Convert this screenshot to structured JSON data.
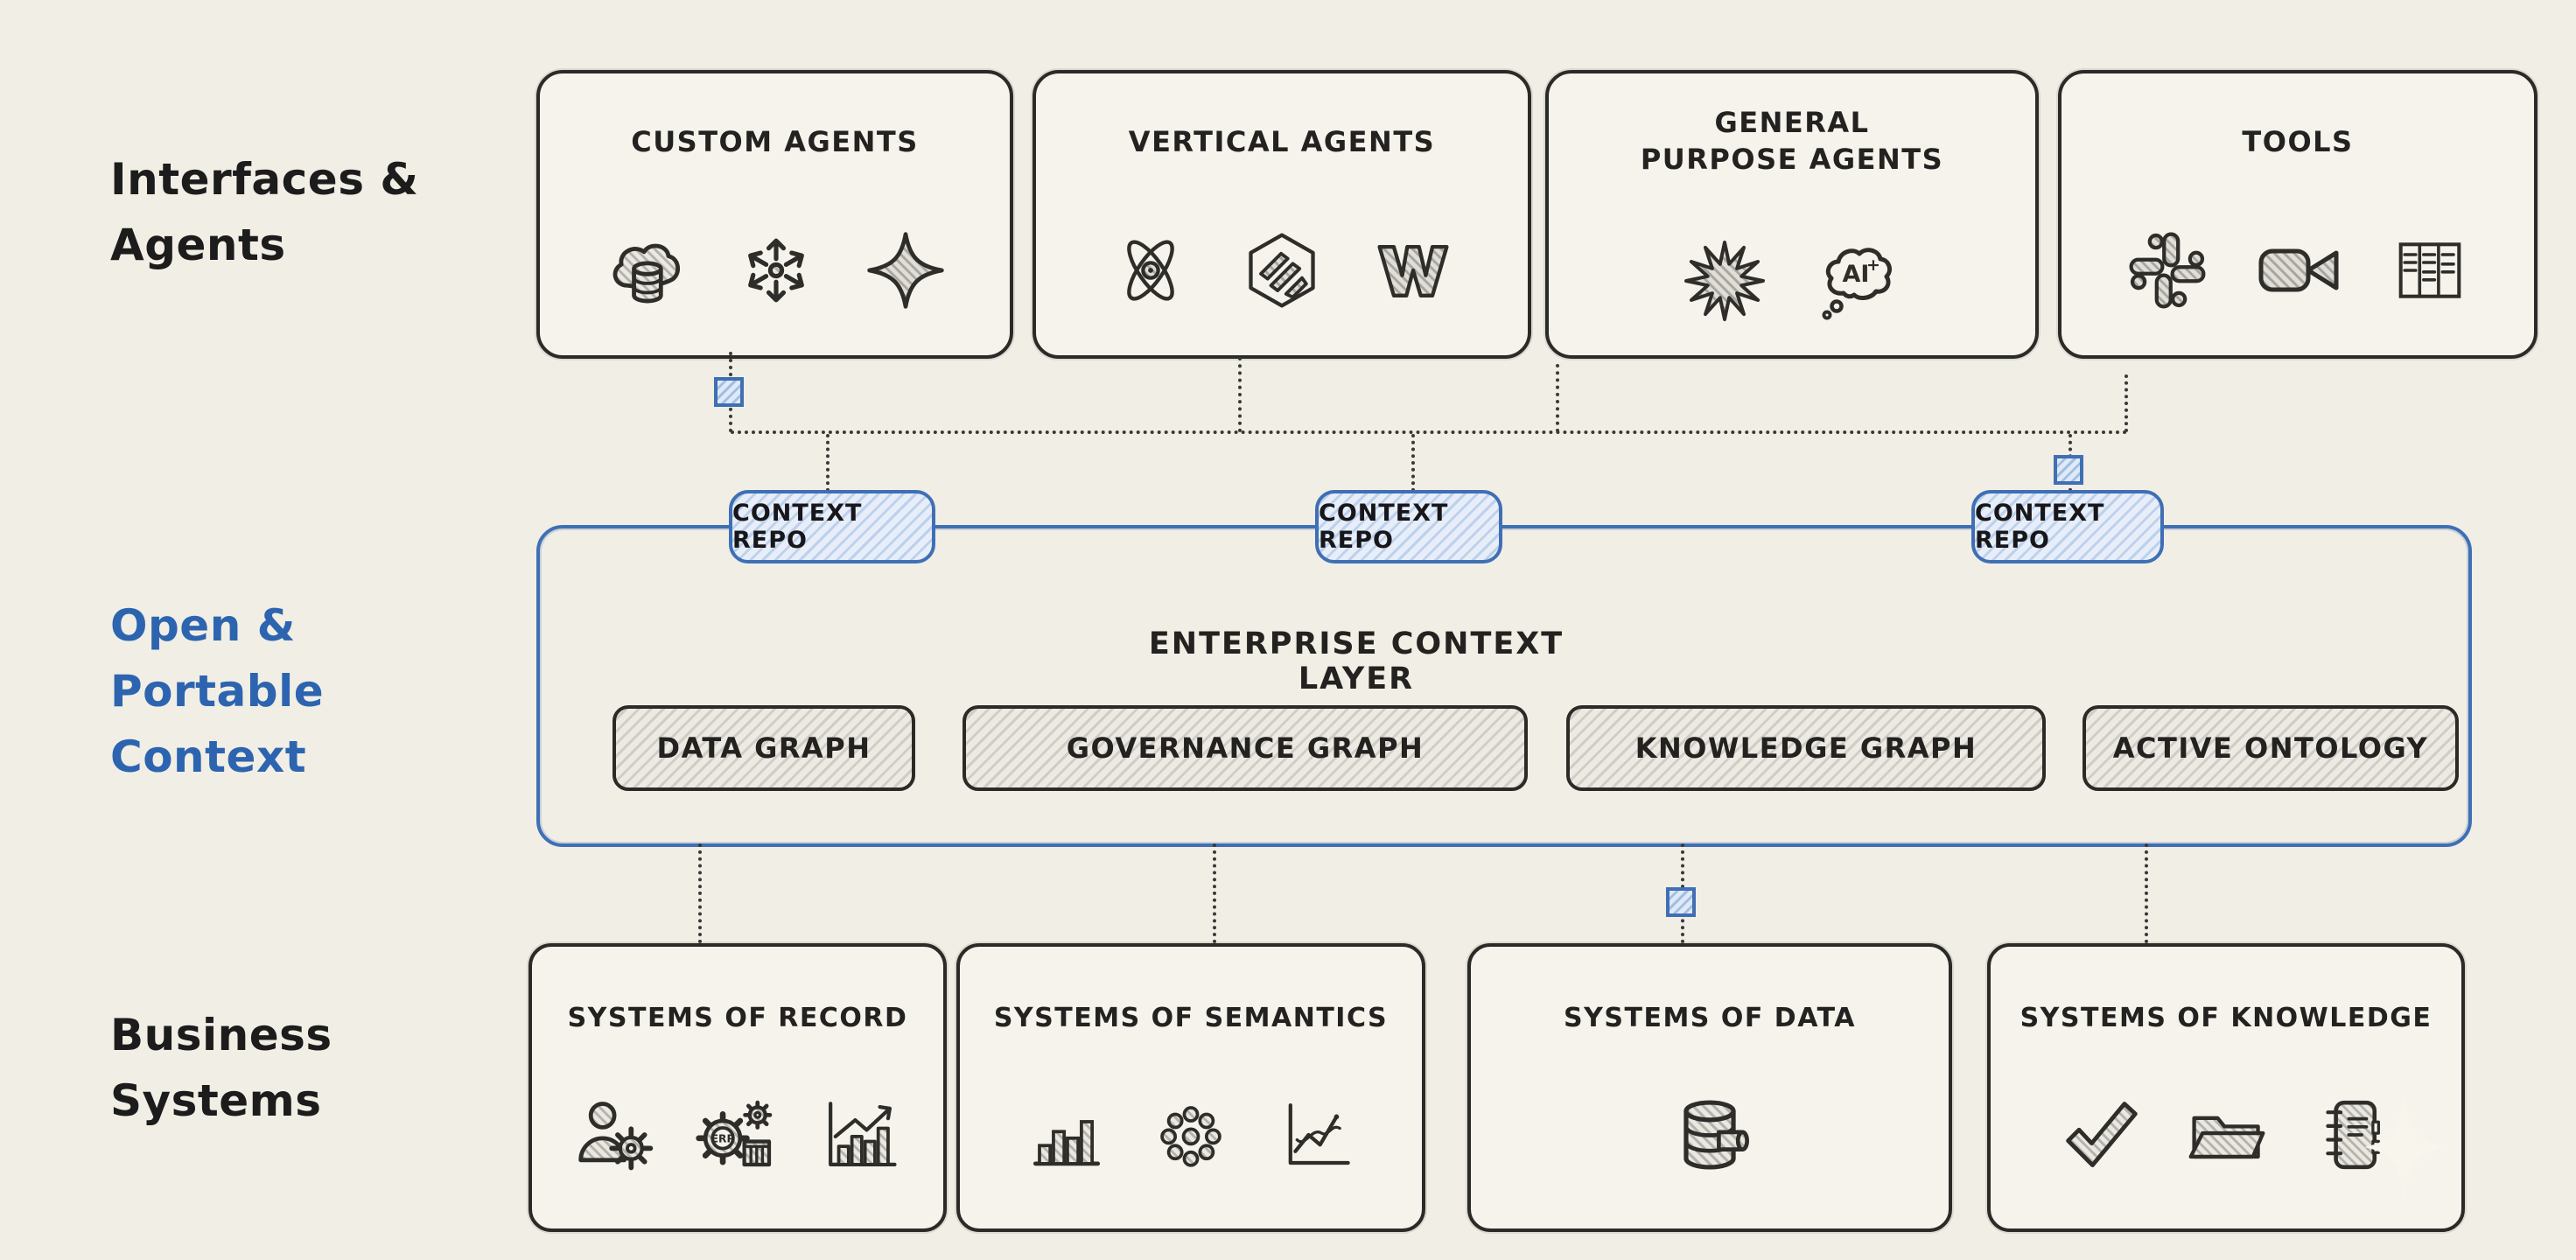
{
  "palette": {
    "background": "#f1eee5",
    "ink": "#2b2a27",
    "accent_blue": "#3f6fb5",
    "blue_text": "#2d64b0",
    "box_fill": "#f5f3ec"
  },
  "side_labels": [
    {
      "id": "interfaces-agents",
      "text": "Interfaces &\nAgents",
      "color": "#1c1c1c"
    },
    {
      "id": "open-portable-context",
      "text": "Open &\nPortable\nContext",
      "color": "#2d64b0"
    },
    {
      "id": "business-systems",
      "text": "Business\nSystems",
      "color": "#1c1c1c"
    }
  ],
  "agent_layer": {
    "boxes": [
      {
        "title": "CUSTOM AGENTS",
        "icons": [
          "cloud-database-icon",
          "snowflake-icon",
          "four-point-star-icon"
        ]
      },
      {
        "title": "VERTICAL AGENTS",
        "icons": [
          "atom-icon",
          "hex-emblem-icon",
          "w-mark-icon"
        ]
      },
      {
        "title": "GENERAL\nPURPOSE AGENTS",
        "icons": [
          "starburst-icon",
          "ai-thought-bubble-icon"
        ],
        "bubble_text": "AI",
        "bubble_plus": "+"
      },
      {
        "title": "TOOLS",
        "icons": [
          "slack-icon",
          "video-camera-icon",
          "kanban-board-icon"
        ]
      }
    ]
  },
  "context_layer": {
    "title": "ENTERPRISE CONTEXT LAYER",
    "repo_labels": [
      "CONTEXT REPO",
      "CONTEXT REPO",
      "CONTEXT REPO"
    ],
    "graph_boxes": [
      "DATA GRAPH",
      "GOVERNANCE GRAPH",
      "KNOWLEDGE GRAPH",
      "ACTIVE ONTOLOGY"
    ]
  },
  "business_layer": {
    "boxes": [
      {
        "title": "SYSTEMS OF RECORD",
        "icons": [
          "user-gear-icon",
          "erp-gear-icon",
          "growth-chart-icon"
        ],
        "erp_text": "ERP"
      },
      {
        "title": "SYSTEMS OF SEMANTICS",
        "icons": [
          "bar-chart-icon",
          "dot-cluster-icon",
          "line-chart-icon"
        ]
      },
      {
        "title": "SYSTEMS OF DATA",
        "icons": [
          "database-pipe-icon"
        ]
      },
      {
        "title": "SYSTEMS OF KNOWLEDGE",
        "icons": [
          "checkmark-icon",
          "folder-icon",
          "notebook-icon"
        ]
      }
    ]
  },
  "decor": {
    "watermark": "four-point-star-watermark"
  }
}
